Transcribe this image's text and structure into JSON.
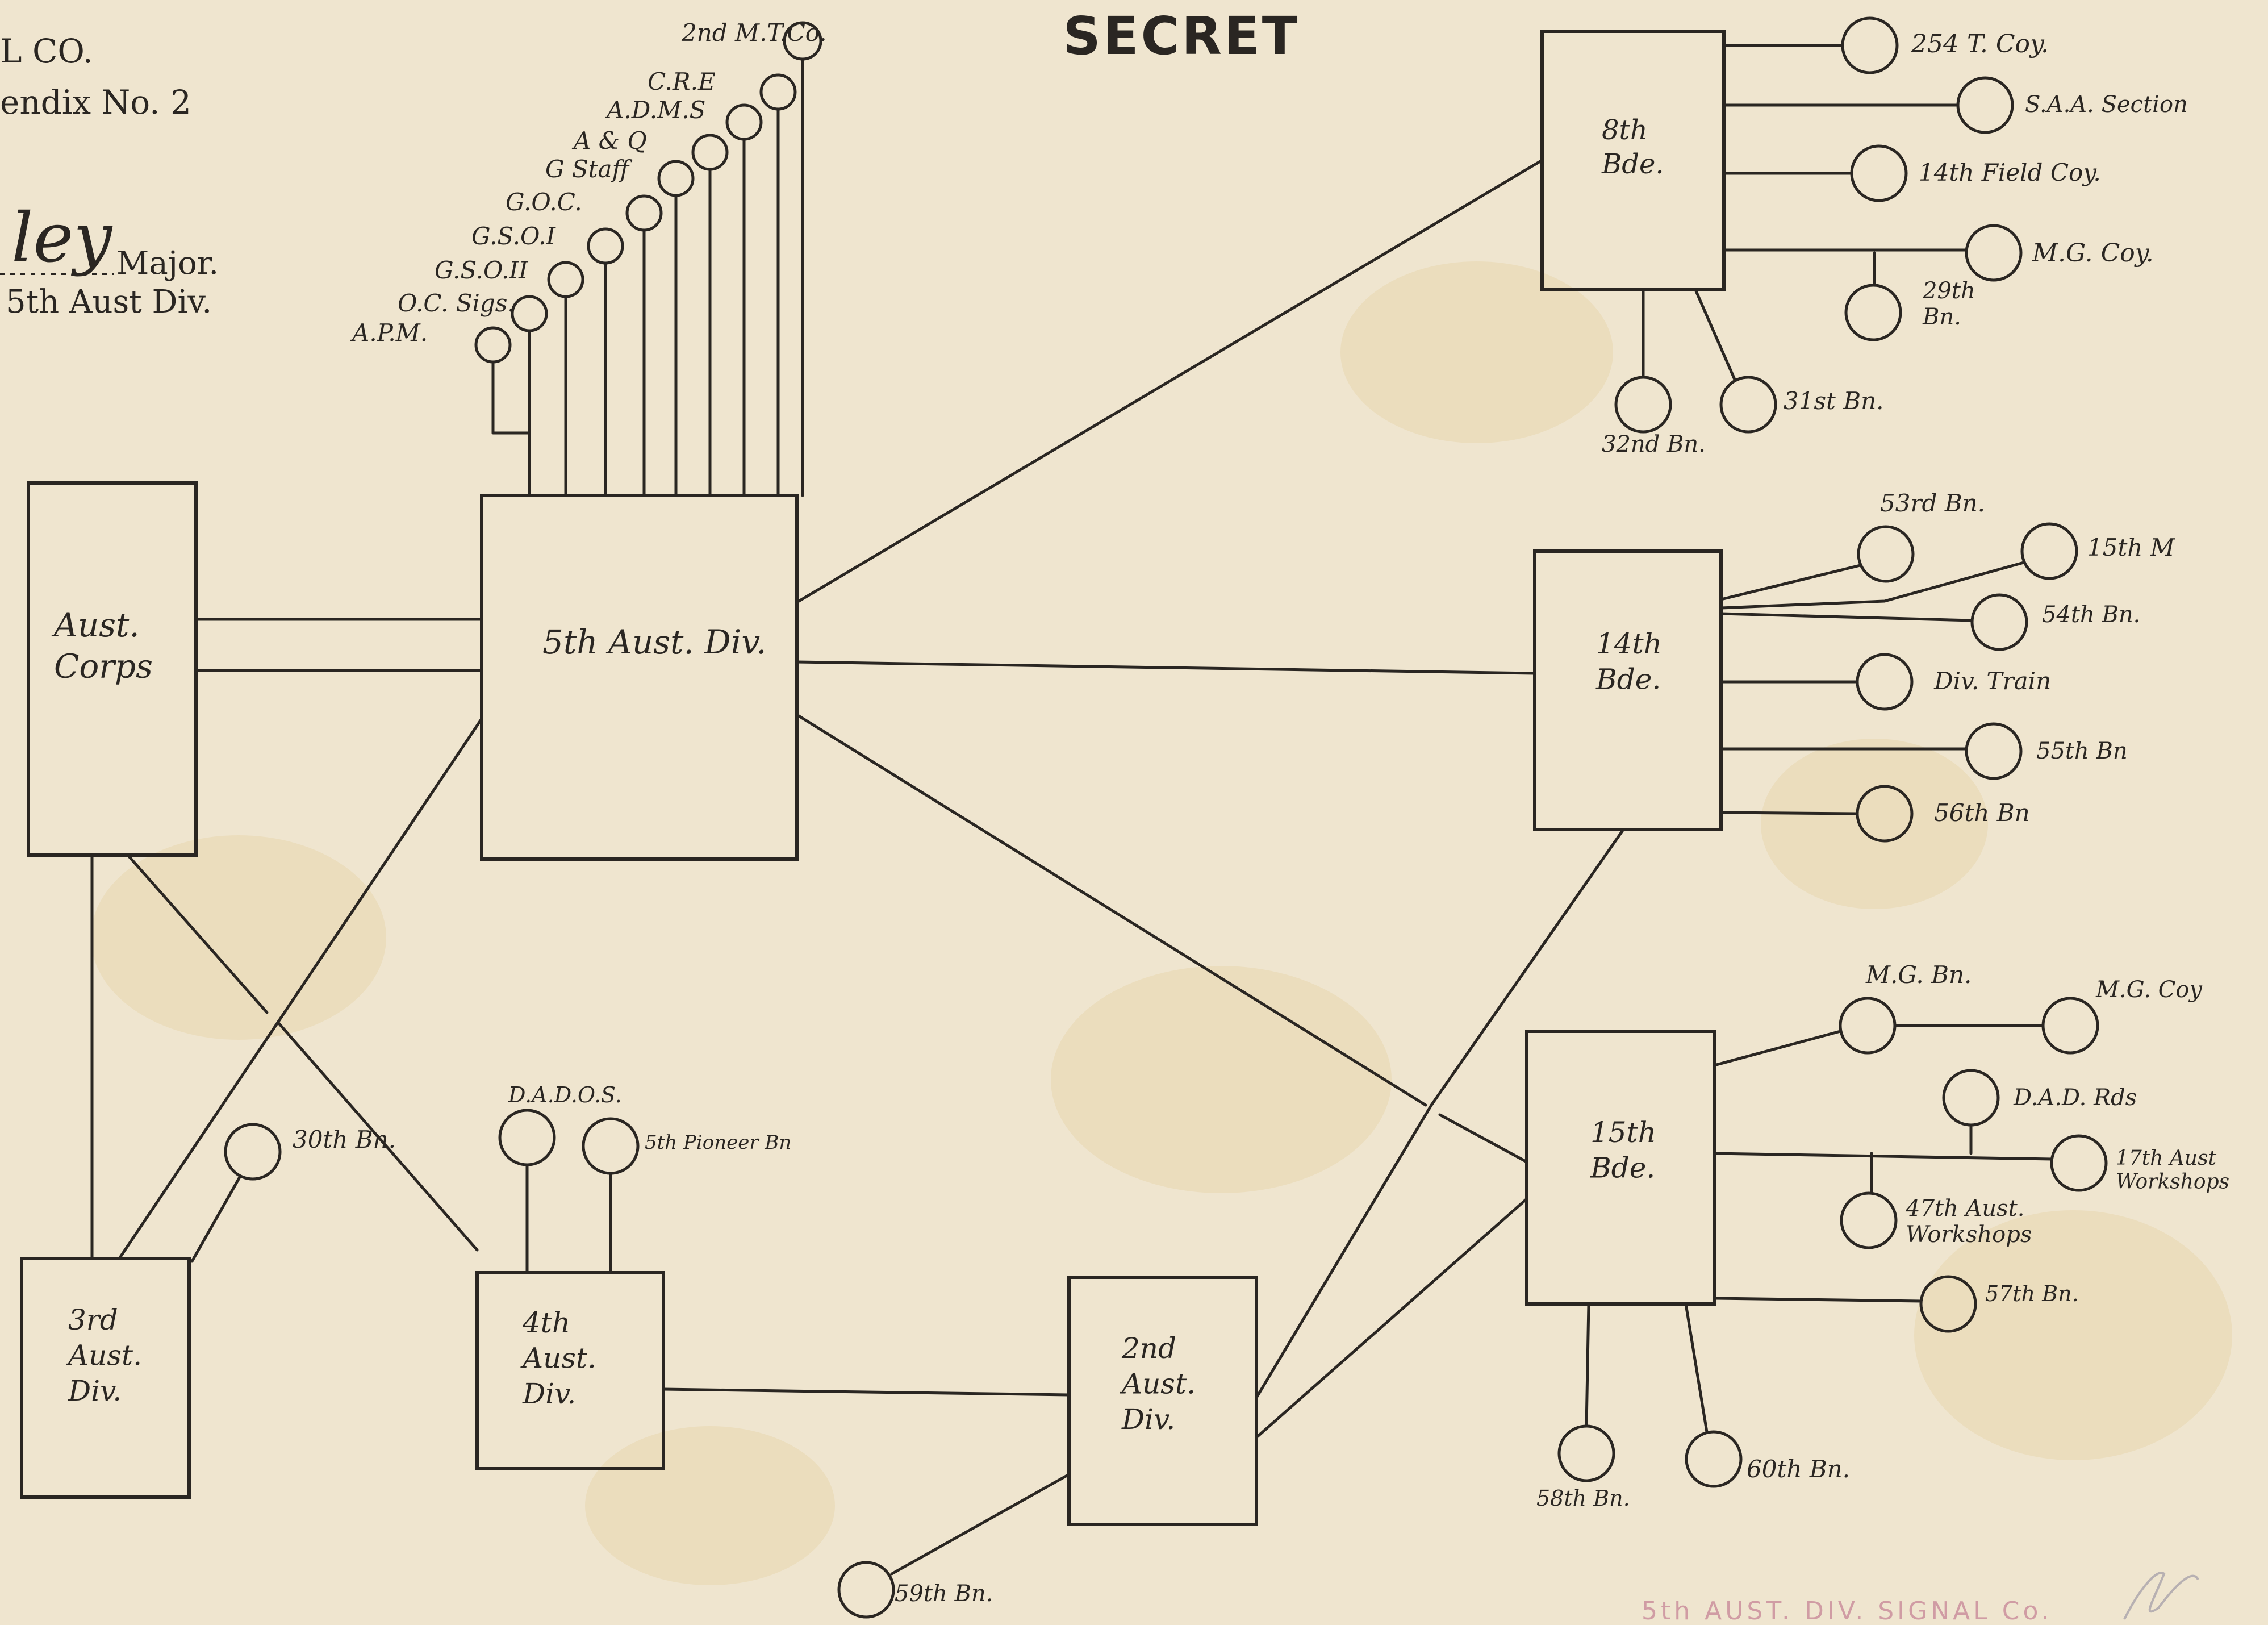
{
  "document": {
    "title": "SECRET",
    "header_line1": "L CO.",
    "header_line2": "endix No. 2",
    "signature_scrawl": "ley",
    "signature_rank": "Major.",
    "signature_unit": "5th Aust Div.",
    "stamp_text": "5th AUST. DIV. SIGNAL Co."
  },
  "diagram": {
    "boxes": [
      {
        "id": "aust-corps",
        "label": "Aust.\nCorps"
      },
      {
        "id": "5th-aust-div",
        "label": "5th Aust. Div."
      },
      {
        "id": "8th-bde",
        "label": "8th\nBde."
      },
      {
        "id": "14th-bde",
        "label": "14th\nBde."
      },
      {
        "id": "15th-bde",
        "label": "15th\nBde."
      },
      {
        "id": "3rd-aust-div",
        "label": "3rd\nAust.\nDiv."
      },
      {
        "id": "4th-aust-div",
        "label": "4th\nAust.\nDiv."
      },
      {
        "id": "2nd-aust-div",
        "label": "2nd\nAust.\nDiv."
      }
    ],
    "nodes": [
      {
        "id": "apm",
        "label": "A.P.M."
      },
      {
        "id": "oc-sigs",
        "label": "O.C. Sigs."
      },
      {
        "id": "gso2",
        "label": "G.S.O.II"
      },
      {
        "id": "gso1",
        "label": "G.S.O.I"
      },
      {
        "id": "goc",
        "label": "G.O.C."
      },
      {
        "id": "g-staff",
        "label": "G Staff"
      },
      {
        "id": "a-q",
        "label": "A & Q"
      },
      {
        "id": "adms",
        "label": "A.D.M.S"
      },
      {
        "id": "cre",
        "label": "C.R.E"
      },
      {
        "id": "2nd-mt-co",
        "label": "2nd M.T.Co."
      },
      {
        "id": "254-t-coy",
        "label": "254 T. Coy."
      },
      {
        "id": "saa-section",
        "label": "S.A.A. Section"
      },
      {
        "id": "14th-field-coy",
        "label": "14th Field Coy."
      },
      {
        "id": "mg-coy-8",
        "label": "M.G. Coy."
      },
      {
        "id": "29th-bn",
        "label": "29th\nBn."
      },
      {
        "id": "32nd-bn",
        "label": "32nd Bn."
      },
      {
        "id": "31st-bn",
        "label": "31st Bn."
      },
      {
        "id": "53rd-bn",
        "label": "53rd Bn."
      },
      {
        "id": "15th-m",
        "label": "15th M"
      },
      {
        "id": "54th-bn",
        "label": "54th Bn."
      },
      {
        "id": "div-train",
        "label": "Div. Train"
      },
      {
        "id": "55th-bn",
        "label": "55th Bn"
      },
      {
        "id": "56th-bn",
        "label": "56th Bn"
      },
      {
        "id": "mg-bn",
        "label": "M.G. Bn."
      },
      {
        "id": "mg-coy-15",
        "label": "M.G. Coy"
      },
      {
        "id": "dad-rds",
        "label": "D.A.D. Rds"
      },
      {
        "id": "17th-aust-workshops",
        "label": "17th Aust\nWorkshops"
      },
      {
        "id": "47th-aust-workshops",
        "label": "47th Aust.\nWorkshops"
      },
      {
        "id": "57th-bn",
        "label": "57th Bn."
      },
      {
        "id": "58th-bn",
        "label": "58th Bn."
      },
      {
        "id": "60th-bn",
        "label": "60th Bn."
      },
      {
        "id": "30th-bn",
        "label": "30th Bn."
      },
      {
        "id": "dados",
        "label": "D.A.D.O.S."
      },
      {
        "id": "5th-pioneer-bn",
        "label": "5th Pioneer Bn"
      },
      {
        "id": "59th-bn",
        "label": "59th Bn."
      }
    ]
  }
}
